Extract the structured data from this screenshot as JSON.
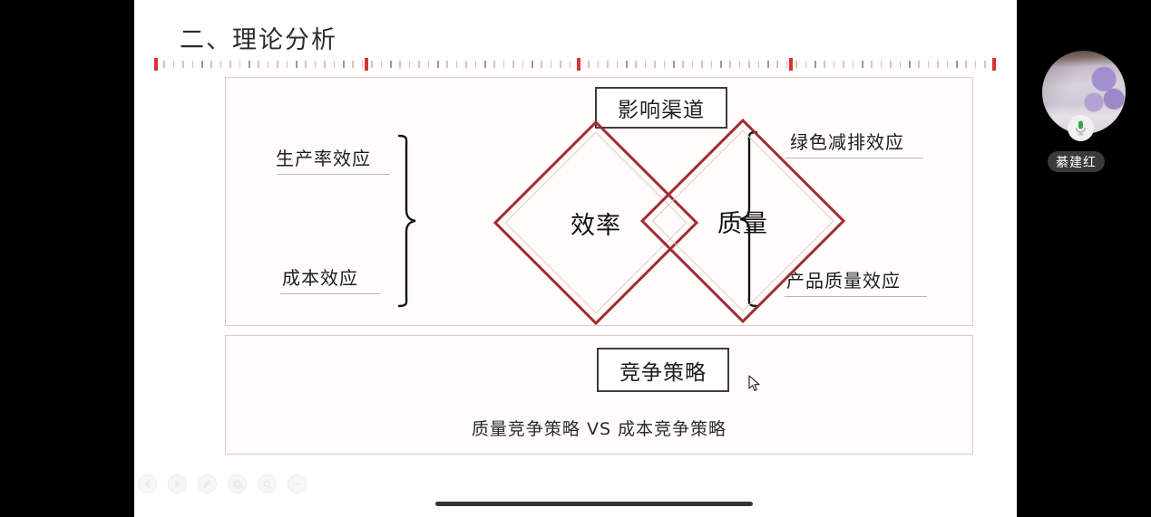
{
  "slide": {
    "heading": "二、理论分析",
    "ruler": {
      "name": "slide-ruler",
      "major_tick_positions": [
        0,
        232,
        466,
        700,
        924
      ]
    },
    "channel_panel": {
      "title": "影响渠道",
      "diamonds": [
        {
          "id": "efficiency",
          "label": "效率"
        },
        {
          "id": "quality",
          "label": "质量"
        }
      ],
      "left_effects": [
        {
          "id": "productivity",
          "label": "生产率效应"
        },
        {
          "id": "cost",
          "label": "成本效应"
        }
      ],
      "right_effects": [
        {
          "id": "green",
          "label": "绿色减排效应"
        },
        {
          "id": "product-quality",
          "label": "产品质量效应"
        }
      ]
    },
    "strategy_panel": {
      "title": "竞争策略",
      "subline": "质量竞争策略  VS  成本竞争策略"
    }
  },
  "viewer_toolbar": {
    "buttons": [
      {
        "name": "previous-page-icon",
        "glyph": "prev"
      },
      {
        "name": "next-page-icon",
        "glyph": "next"
      },
      {
        "name": "pen-annotate-icon",
        "glyph": "pen"
      },
      {
        "name": "page-thumbnails-icon",
        "glyph": "pages"
      },
      {
        "name": "zoom-search-icon",
        "glyph": "search"
      },
      {
        "name": "more-options-icon",
        "glyph": "more"
      }
    ]
  },
  "video_rail": {
    "participant": {
      "name": "綦建红",
      "avatar_name": "participant-avatar",
      "mic_status": "unmuted",
      "mic_icon": "microphone-icon"
    },
    "self_mic": {
      "name": "self-mute-button",
      "icon": "microphone-muted-icon",
      "status": "muted"
    }
  },
  "colors": {
    "accent_red": "#a32a33",
    "panel_border": "#edc3c6",
    "ruler_major": "#d9342b",
    "mic_active_green": "#2faa4d",
    "mic_muted_slash": "#9b2f2f"
  }
}
